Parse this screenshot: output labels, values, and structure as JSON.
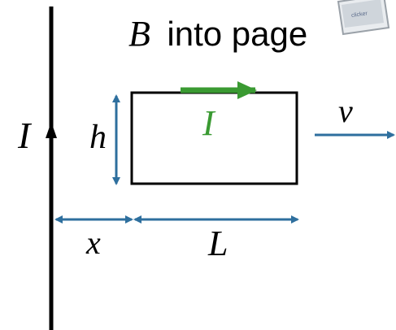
{
  "title": {
    "symbol": "B",
    "text": "into page"
  },
  "labels": {
    "wire_current": "I",
    "loop_height": "h",
    "loop_current": "I",
    "velocity": "v",
    "distance": "x",
    "loop_length": "L"
  },
  "badge": {
    "text": "clicker"
  },
  "colors": {
    "wire": "#000000",
    "loop": "#000000",
    "dimension_arrows": "#2e6f9e",
    "loop_current_arrow": "#3a9a32",
    "text": "#000000"
  }
}
